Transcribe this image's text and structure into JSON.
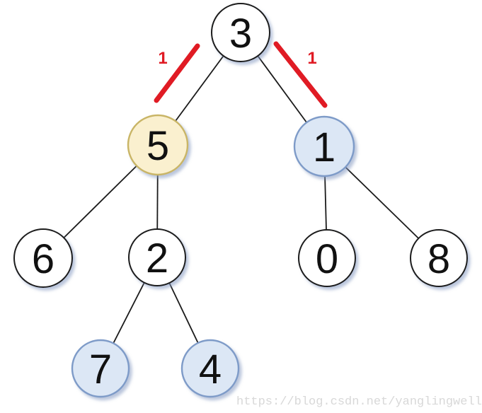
{
  "diagram": {
    "type": "binary-tree",
    "nodes": {
      "n3": {
        "value": "3",
        "style": "plain"
      },
      "n5": {
        "value": "5",
        "style": "yellow-highlight"
      },
      "n1": {
        "value": "1",
        "style": "blue-highlight"
      },
      "n6": {
        "value": "6",
        "style": "plain"
      },
      "n2": {
        "value": "2",
        "style": "plain"
      },
      "n0": {
        "value": "0",
        "style": "plain"
      },
      "n8": {
        "value": "8",
        "style": "plain"
      },
      "n7": {
        "value": "7",
        "style": "blue-highlight"
      },
      "n4": {
        "value": "4",
        "style": "blue-highlight"
      }
    },
    "edges": [
      "3-5",
      "3-1",
      "5-6",
      "5-2",
      "2-7",
      "2-4",
      "1-0",
      "1-8"
    ],
    "cut_marks": [
      {
        "edge": "3-5",
        "label": "1"
      },
      {
        "edge": "3-1",
        "label": "1"
      }
    ]
  },
  "colors": {
    "edge": "#1b1b1b",
    "node_plain_fill": "#ffffff",
    "node_plain_border": "#1b1b1b",
    "node_yellow_fill": "#faf0cf",
    "node_yellow_border": "#c9b566",
    "node_blue_fill": "#dce7f5",
    "node_blue_border": "#7e9bc8",
    "cut_mark_red": "#e01b24",
    "watermark_gray": "#d8d8d8"
  },
  "watermark": {
    "text": "https://blog.csdn.net/yanglingwell"
  }
}
